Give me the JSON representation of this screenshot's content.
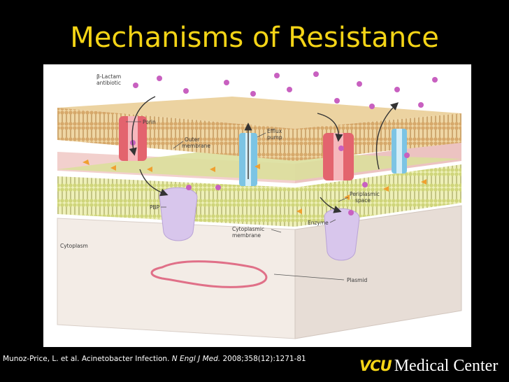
{
  "slide": {
    "title": "Mechanisms of Resistance"
  },
  "figure": {
    "labels": {
      "beta_lactam_line1": "β-Lactam",
      "beta_lactam_line2": "antibiotic",
      "porin": "Porin",
      "outer_membrane_line1": "Outer",
      "outer_membrane_line2": "membrane",
      "efflux_pump_line1": "Efflux",
      "efflux_pump_line2": "pump",
      "pbp": "PBP",
      "periplasmic_space_line1": "Periplasmic",
      "periplasmic_space_line2": "space",
      "enzyme": "Enzyme",
      "cytoplasmic_membrane_line1": "Cytoplasmic",
      "cytoplasmic_membrane_line2": "membrane",
      "cytoplasm": "Cytoplasm",
      "plasmid": "Plasmid"
    },
    "colors": {
      "lipid_head": "#d6a86a",
      "outer_surface": "#e9cf9a",
      "porin": "#e0606a",
      "efflux_pump": "#7cc4e4",
      "pbp": "#d8c6ec",
      "antibiotic": "#c860c0",
      "enzyme": "#f0a030",
      "plasmid": "#e07088",
      "cytoplasm": "#f2eae4",
      "inner_membrane": "#d8dc98"
    }
  },
  "citation": {
    "authors": "Munoz-Price, L. et al. Acinetobacter Infection. ",
    "journal": "N Engl J Med.",
    "details": " 2008;358(12):1271-81"
  },
  "brand": {
    "short": "VCU",
    "name": "Medical Center"
  }
}
